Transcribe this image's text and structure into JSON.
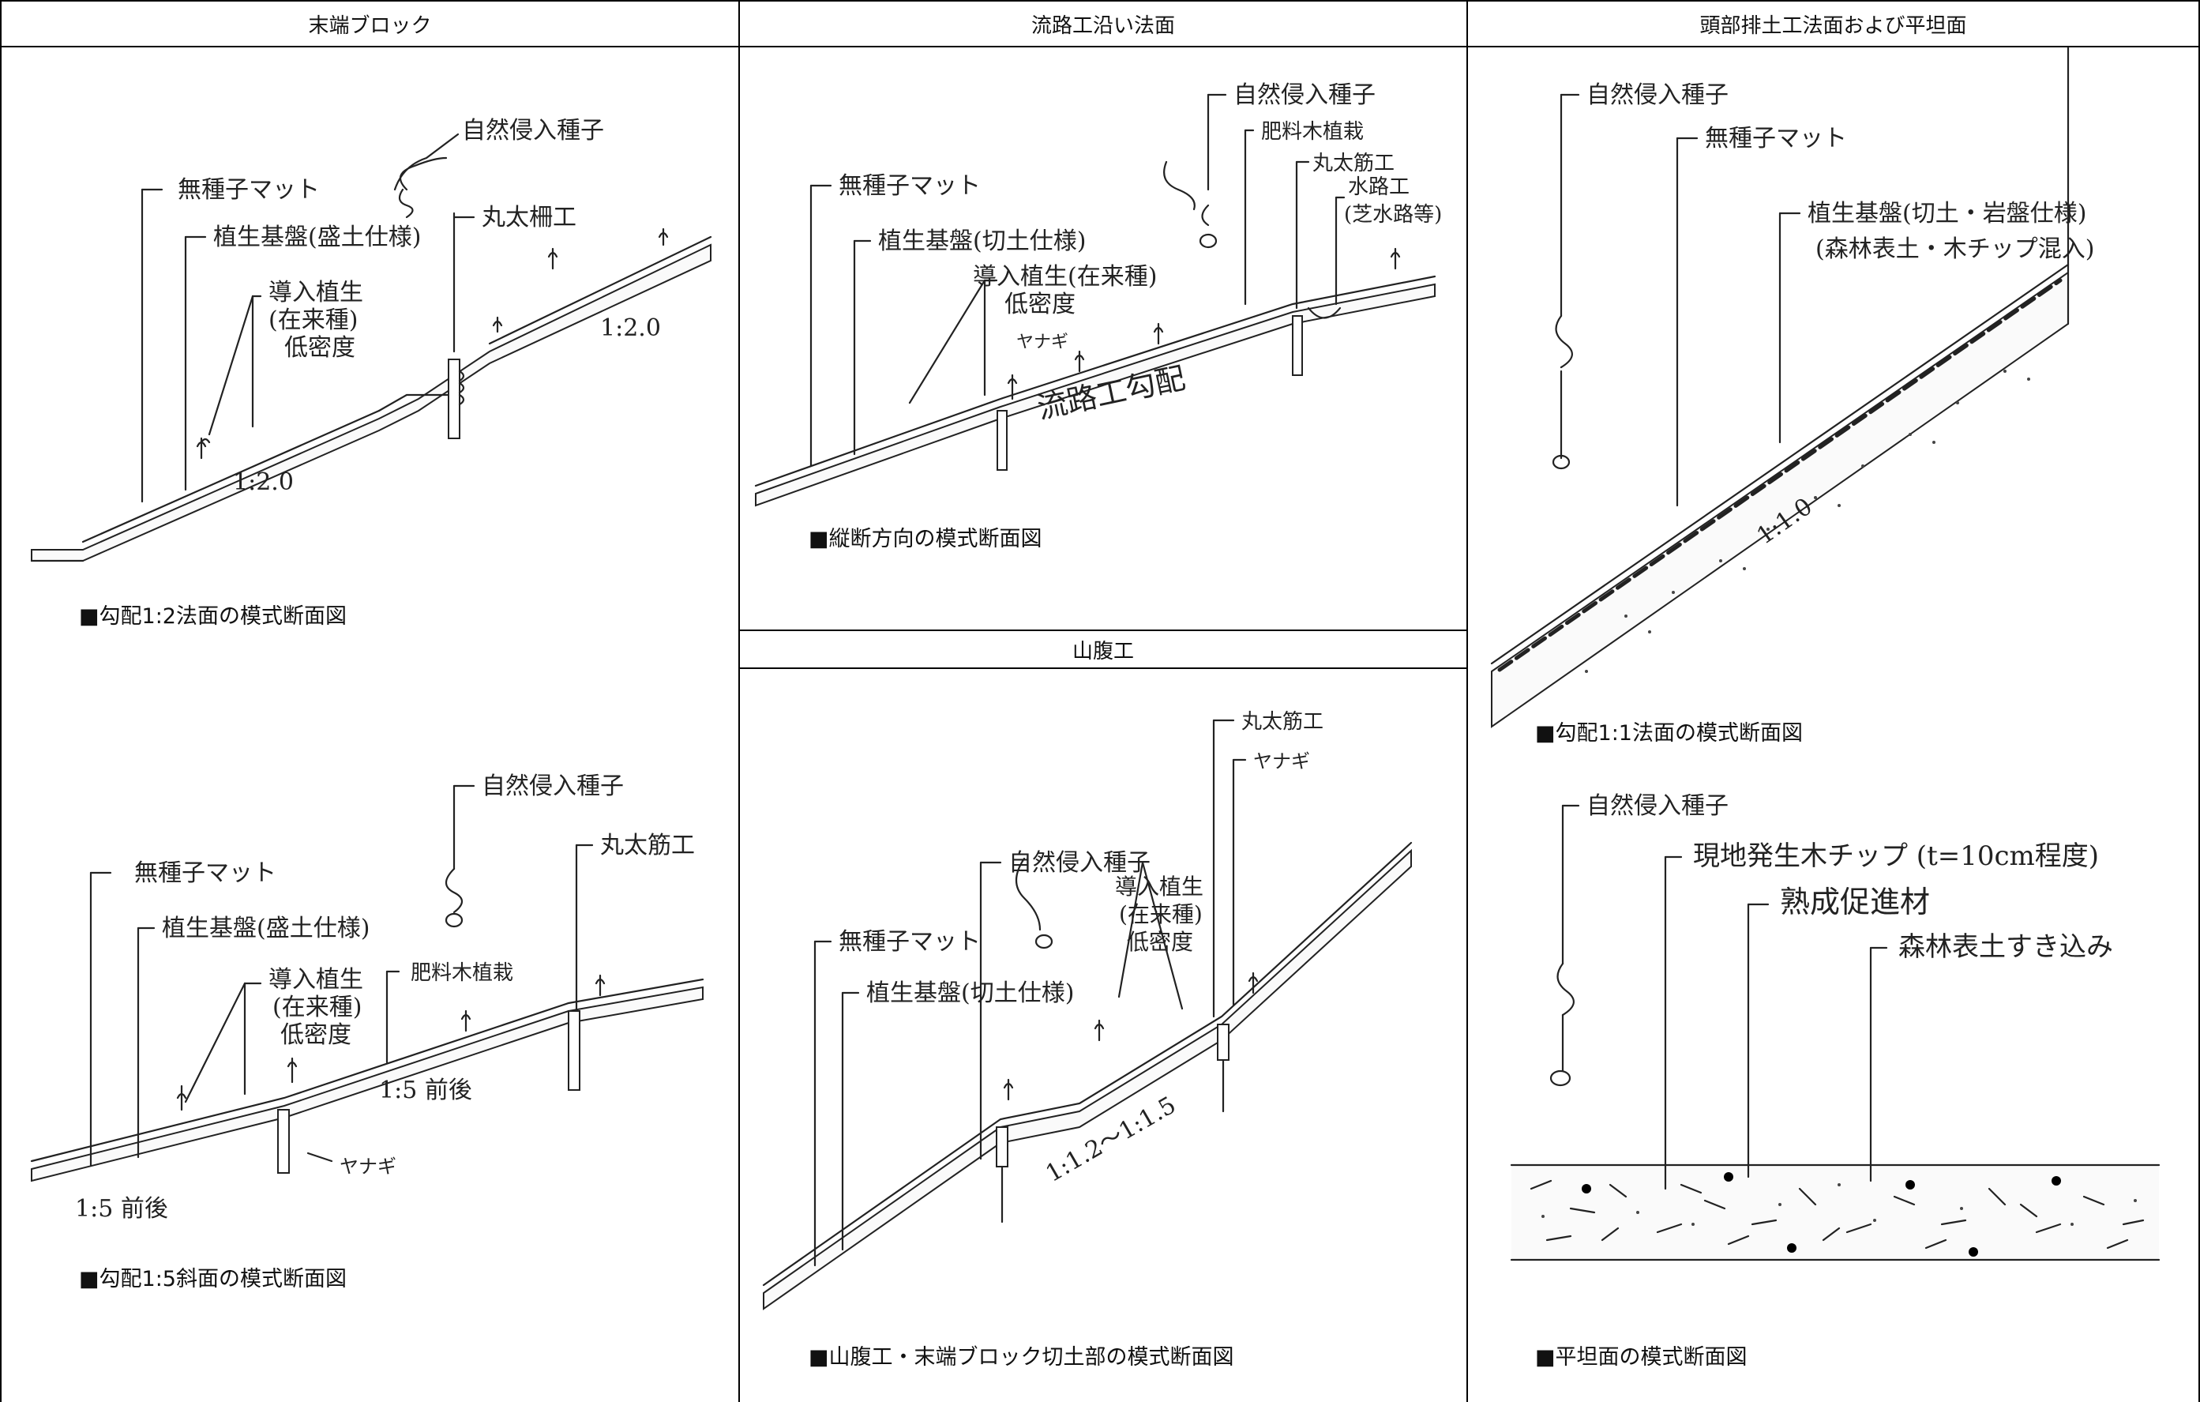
{
  "headers": {
    "col1": "末端ブロック",
    "col2": "流路工沿い法面",
    "col3": "頭部排土工法面および平坦面",
    "col2_lower": "山腹工"
  },
  "captions": {
    "p1": "■勾配1:2法面の模式断面図",
    "p2": "■勾配1:5斜面の模式断面図",
    "p3": "■縦断方向の模式断面図",
    "p4": "■山腹工・末端ブロック切土部の模式断面図",
    "p5": "■勾配1:1法面の模式断面図",
    "p6": "■平坦面の模式断面図"
  },
  "panel1": {
    "seed": "自然侵入種子",
    "mat": "無種子マット",
    "base": "植生基盤(盛土仕様)",
    "intro1": "導入植生",
    "intro2": "(在来種)",
    "intro3": "低密度",
    "fence": "丸太柵工",
    "ratio_low": "1:2.0",
    "ratio_high": "1:2.0"
  },
  "panel2": {
    "seed": "自然侵入種子",
    "mat": "無種子マット",
    "base": "植生基盤(盛土仕様)",
    "intro1": "導入植生",
    "intro2": "(在来種)",
    "intro3": "低密度",
    "fert": "肥料木植栽",
    "log": "丸太筋工",
    "ratio": "1:5 前後",
    "ratio_low": "1:5 前後",
    "willow": "ヤナギ"
  },
  "panel3": {
    "seed": "自然侵入種子",
    "fert": "肥料木植栽",
    "log": "丸太筋工",
    "water1": "水路工",
    "water2": "(芝水路等)",
    "mat": "無種子マット",
    "base": "植生基盤(切土仕様)",
    "intro1": "導入植生(在来種)",
    "intro2": "低密度",
    "willow": "ヤナギ",
    "slope": "流路工勾配"
  },
  "panel4": {
    "log": "丸太筋工",
    "willow": "ヤナギ",
    "seed": "自然侵入種子",
    "intro1": "導入植生",
    "intro2": "(在来種)",
    "intro3": "低密度",
    "mat": "無種子マット",
    "base": "植生基盤(切土仕様)",
    "ratio": "1:1.2～1:1.5"
  },
  "panel5": {
    "seed": "自然侵入種子",
    "mat": "無種子マット",
    "base1": "植生基盤(切土・岩盤仕様)",
    "base2": "(森林表土・木チップ混入)",
    "ratio": "1:1.0"
  },
  "panel6": {
    "seed": "自然侵入種子",
    "chip": "現地発生木チップ (t=10cm程度)",
    "ripen": "熟成促進材",
    "topsoil": "森林表土すき込み"
  }
}
